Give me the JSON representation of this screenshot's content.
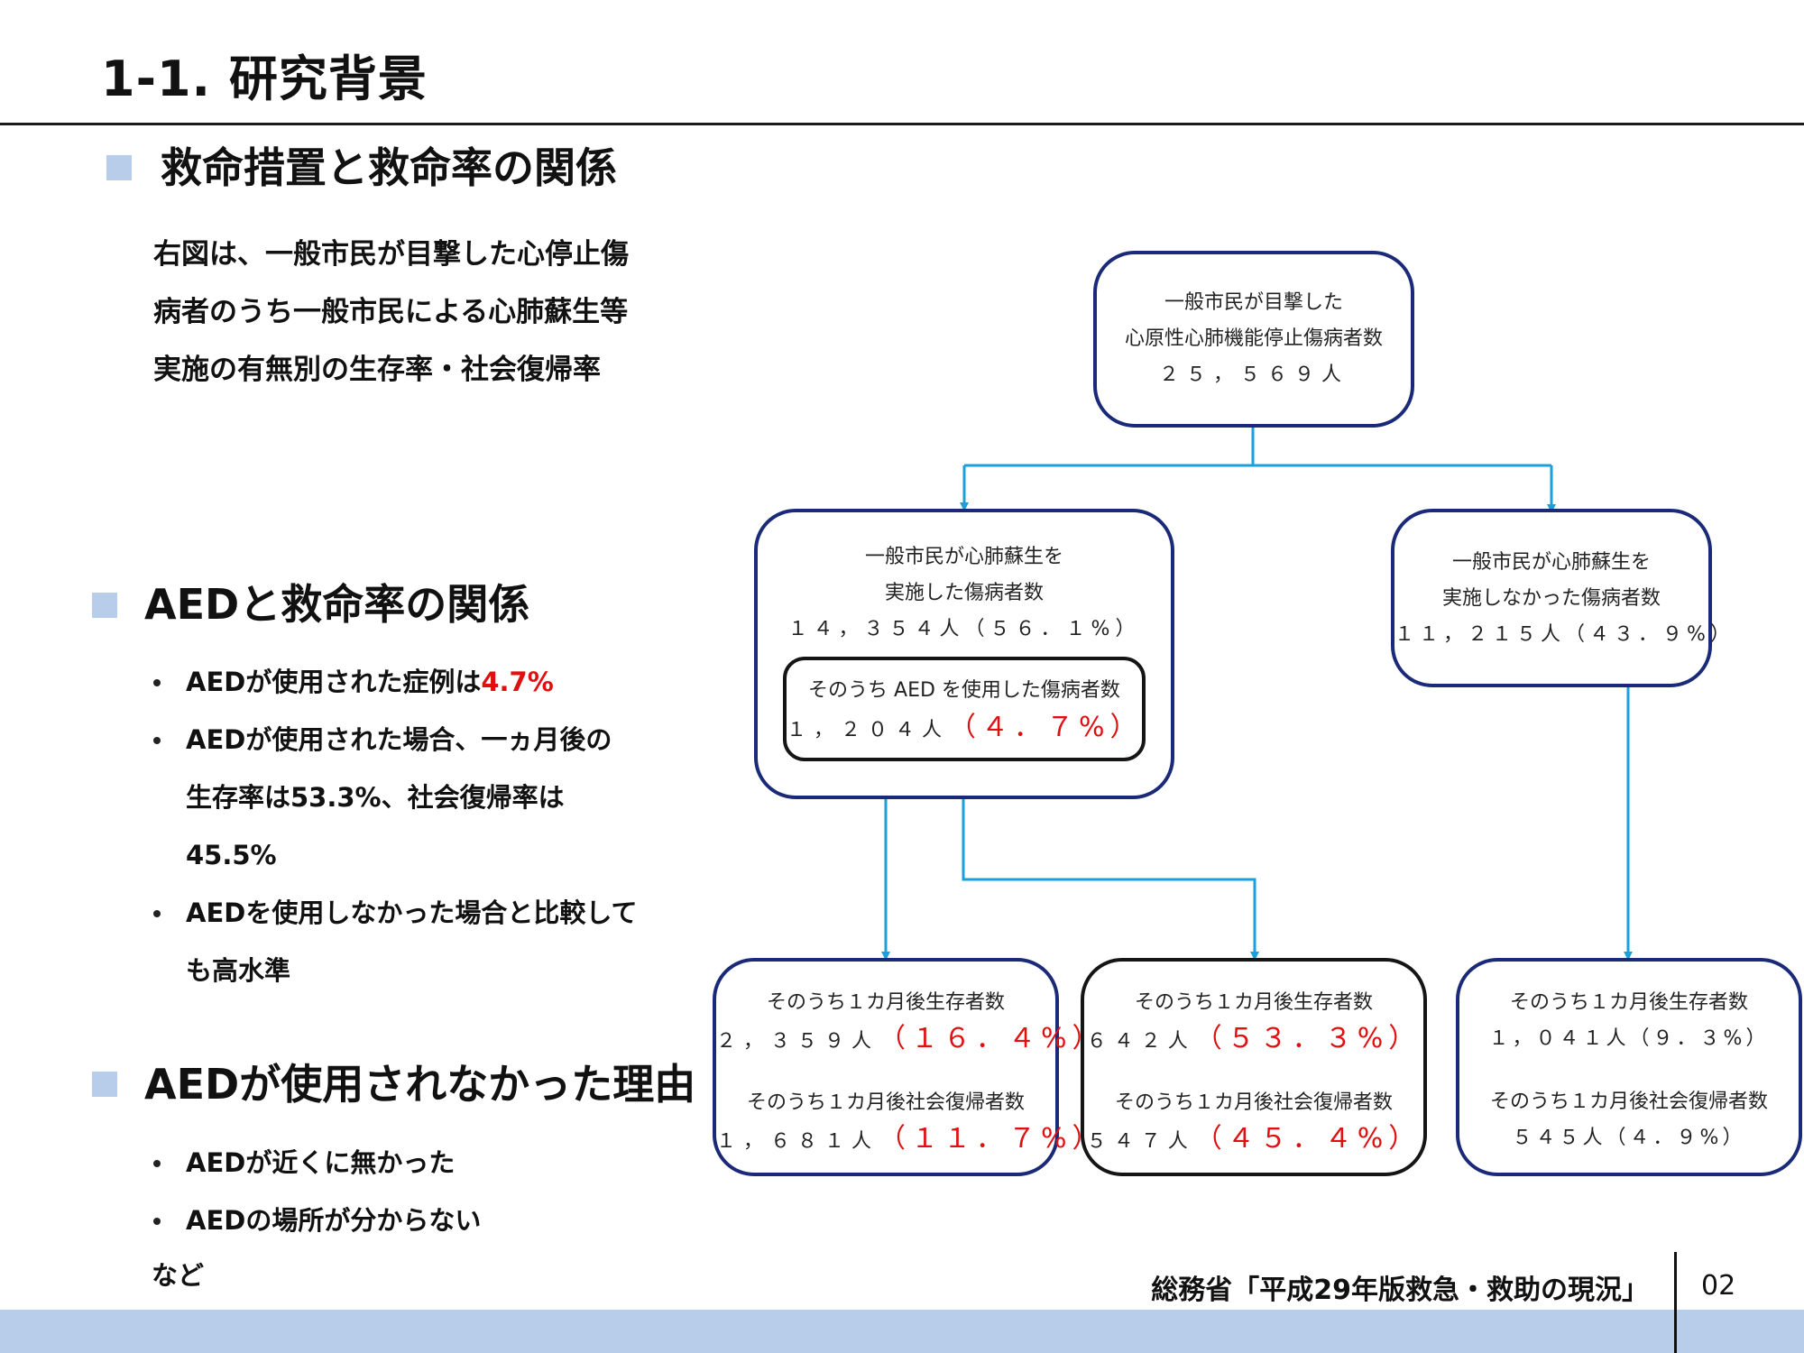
{
  "slide": {
    "title": "1-1. 研究背景",
    "page_number": "02",
    "source": "総務省「平成29年版救急・救助の現況」",
    "colors": {
      "accent_bar": "#b8cdea",
      "box_border_navy": "#1a2a78",
      "arrow_blue": "#1aa0dc",
      "highlight_red": "#e01010"
    }
  },
  "sections": {
    "s1": {
      "heading": "救命措置と救命率の関係",
      "lines": [
        "右図は、一般市民が目撃した心停止傷",
        "病者のうち一般市民による心肺蘇生等",
        "実施の有無別の生存率・社会復帰率"
      ]
    },
    "s2": {
      "heading": "AEDと救命率の関係",
      "b1_text": "AEDが使用された症例は",
      "b1_pct": "4.7%",
      "b2_lines": [
        "AEDが使用された場合、一ヵ月後の",
        "生存率は53.3%、社会復帰率は",
        "45.5%"
      ],
      "b3_lines": [
        "AEDを使用しなかった場合と比較して",
        "も高水準"
      ]
    },
    "s3": {
      "heading": "AEDが使用されなかった理由",
      "bullets": [
        "AEDが近くに無かった",
        "AEDの場所が分からない"
      ],
      "tail": "など"
    }
  },
  "diagram": {
    "root": {
      "line1": "一般市民が目撃した",
      "line2": "心原性心肺機能停止傷病者数",
      "count": "２５，５６９人"
    },
    "cpr_yes": {
      "line1": "一般市民が心肺蘇生を",
      "line2": "実施した傷病者数",
      "count": "１４，３５４人（５６．１%）"
    },
    "aed": {
      "line1": "そのうち AED を使用した傷病者数",
      "count": "１，２０４人",
      "pct": "（４．７%）"
    },
    "cpr_no": {
      "line1": "一般市民が心肺蘇生を",
      "line2": "実施しなかった傷病者数",
      "count": "１１，２１５人（４３．９%）"
    },
    "out_cpr": {
      "surv_label": "そのうち１カ月後生存者数",
      "surv_count": "２，３５９人",
      "surv_pct": "（１６．４%）",
      "ret_label": "そのうち１カ月後社会復帰者数",
      "ret_count": "１，６８１人",
      "ret_pct": "（１１．７%）"
    },
    "out_aed": {
      "surv_label": "そのうち１カ月後生存者数",
      "surv_count": "６４２人",
      "surv_pct": "（５３．３%）",
      "ret_label": "そのうち１カ月後社会復帰者数",
      "ret_count": "５４７人",
      "ret_pct": "（４５．４%）"
    },
    "out_none": {
      "surv_label": "そのうち１カ月後生存者数",
      "surv_text": "１，０４１人（９．３%）",
      "ret_label": "そのうち１カ月後社会復帰者数",
      "ret_text": "５４５人（４．９%）"
    }
  }
}
